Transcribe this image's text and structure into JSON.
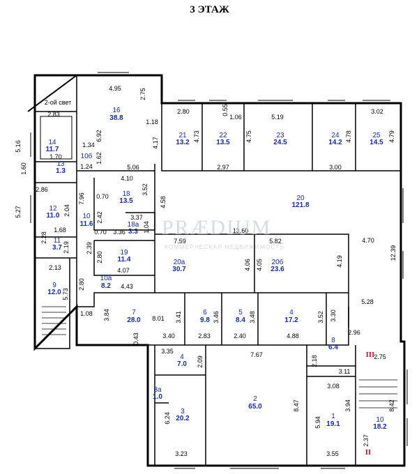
{
  "title": "3 ЭТАЖ",
  "watermark": {
    "text": "PRÆDIUM",
    "subtitle": "КОММЕРЧЕСКАЯ НЕДВИЖИМОСТЬ"
  },
  "colors": {
    "room_label": "#1428b4",
    "marker": "#c8141e",
    "watermark": "#c9cfdc"
  },
  "rooms": [
    {
      "number": "16",
      "area": "38.8"
    },
    {
      "number": "21",
      "area": "13.2"
    },
    {
      "number": "22",
      "area": "13.5"
    },
    {
      "number": "23",
      "area": "24.5"
    },
    {
      "number": "24",
      "area": "14.2"
    },
    {
      "number": "25",
      "area": "14.5"
    },
    {
      "number": "14",
      "area": "11.7"
    },
    {
      "number": "13",
      "area": "1.3"
    },
    {
      "number": "10б",
      "area": ""
    },
    {
      "number": "18",
      "area": "13.5"
    },
    {
      "number": "20",
      "area": "121.8"
    },
    {
      "number": "12",
      "area": "11.0"
    },
    {
      "number": "10",
      "area": "11.6"
    },
    {
      "number": "18а",
      "area": "3.3"
    },
    {
      "number": "11",
      "area": "3.7"
    },
    {
      "number": "19",
      "area": "11.4"
    },
    {
      "number": "20а",
      "area": "30.7"
    },
    {
      "number": "20б",
      "area": "23.6"
    },
    {
      "number": "9",
      "area": "12.0"
    },
    {
      "number": "10а",
      "area": "8.2"
    },
    {
      "number": "7",
      "area": "28.0"
    },
    {
      "number": "6",
      "area": "9.8"
    },
    {
      "number": "5",
      "area": "8.4"
    },
    {
      "number": "4",
      "area": "17.2"
    },
    {
      "number": "8",
      "area": "6.4"
    },
    {
      "number": "4",
      "area": "7.0"
    },
    {
      "number": "3а",
      "area": "1.0"
    },
    {
      "number": "3",
      "area": "20.2"
    },
    {
      "number": "2",
      "area": "65.0"
    },
    {
      "number": "1",
      "area": "19.1"
    },
    {
      "number": "10",
      "area": "18.2"
    }
  ],
  "dimensions": [
    "4.95",
    "2.75",
    "2.80",
    "0.55",
    "1.06",
    "5.19",
    "3.02",
    "2-ой свет",
    "2.83",
    "1.18",
    "6.92",
    "4.17",
    "4.73",
    "4.75",
    "4.78",
    "4.79",
    "5.16",
    "1.34",
    "1.62",
    "5.06",
    "2.97",
    "3.00",
    "1.70",
    "1.60",
    "1.24",
    "4.10",
    "2.86",
    "7.96",
    "0.70",
    "3.52",
    "4.58",
    "5.27",
    "2.04",
    "2.42",
    "3.37",
    "1.68",
    "0.70",
    "3.36",
    "1.04",
    "13.60",
    "2.28",
    "2.19",
    "2.39",
    "7.59",
    "5.82",
    "4.70",
    "12.39",
    "2.80",
    "2.13",
    "4.07",
    "4.06",
    "4.05",
    "4.19",
    "2.80",
    "4.43",
    "5.73",
    "5.28",
    "1.08",
    "3.84",
    "8.01",
    "3.41",
    "3.46",
    "3.48",
    "3.52",
    "3.30",
    "0.43",
    "3.40",
    "2.83",
    "2.40",
    "4.88",
    "2.96",
    "2.75",
    "3.35",
    "2.09",
    "7.67",
    "2.18",
    "3.11",
    "3.08",
    "8.47",
    "6.24",
    "3.94",
    "8.42",
    "5.94",
    "2.37",
    "3.23",
    "3.55"
  ],
  "stair_markers": [
    "III",
    "II"
  ]
}
